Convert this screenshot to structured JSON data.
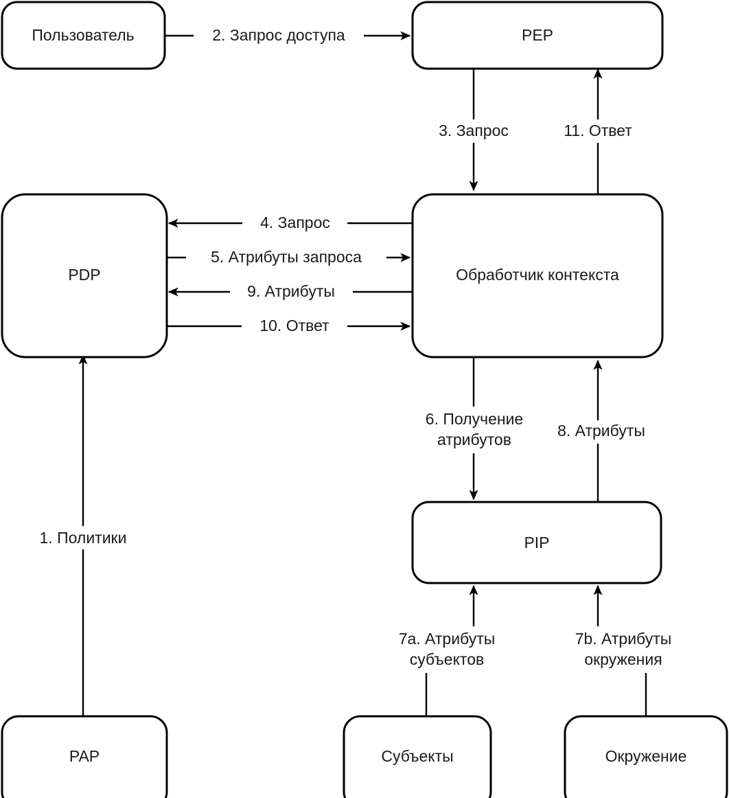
{
  "diagram": {
    "title": "XACML architecture data flow diagram",
    "colors": {
      "stroke": "#000000",
      "fill": "#ffffff",
      "text": "#1a1a1a"
    },
    "nodes": [
      {
        "id": "user",
        "label": "Пользователь"
      },
      {
        "id": "pep",
        "label": "PEP"
      },
      {
        "id": "pdp",
        "label": "PDP"
      },
      {
        "id": "context",
        "label": "Обработчик контекста"
      },
      {
        "id": "pip",
        "label": "PIP"
      },
      {
        "id": "pap",
        "label": "PAP"
      },
      {
        "id": "subjects",
        "label": "Субъекты"
      },
      {
        "id": "env",
        "label": "Окружение"
      }
    ],
    "edges": [
      {
        "id": "e1",
        "label": "1. Политики",
        "from": "pap",
        "to": "pdp",
        "direction": "up"
      },
      {
        "id": "e2",
        "label": "2. Запрос доступа",
        "from": "user",
        "to": "pep",
        "direction": "right"
      },
      {
        "id": "e3",
        "label": "3. Запрос",
        "from": "pep",
        "to": "context",
        "direction": "down"
      },
      {
        "id": "e4",
        "label": "4. Запрос",
        "from": "context",
        "to": "pdp",
        "direction": "left"
      },
      {
        "id": "e5",
        "label": "5. Атрибуты запроса",
        "from": "pdp",
        "to": "context",
        "direction": "right"
      },
      {
        "id": "e6a",
        "label": "6. Получение",
        "from": "context",
        "to": "pip",
        "direction": "down"
      },
      {
        "id": "e6b",
        "label": "атрибутов",
        "from": "context",
        "to": "pip",
        "direction": "down"
      },
      {
        "id": "e7a1",
        "label": "7a. Атрибуты",
        "from": "subjects",
        "to": "pip",
        "direction": "up"
      },
      {
        "id": "e7a2",
        "label": "субъектов",
        "from": "subjects",
        "to": "pip",
        "direction": "up"
      },
      {
        "id": "e7b1",
        "label": "7b. Атрибуты",
        "from": "env",
        "to": "pip",
        "direction": "up"
      },
      {
        "id": "e7b2",
        "label": "окружения",
        "from": "env",
        "to": "pip",
        "direction": "up"
      },
      {
        "id": "e8",
        "label": "8. Атрибуты",
        "from": "pip",
        "to": "context",
        "direction": "up"
      },
      {
        "id": "e9",
        "label": "9. Атрибуты",
        "from": "context",
        "to": "pdp",
        "direction": "left"
      },
      {
        "id": "e10",
        "label": "10. Ответ",
        "from": "pdp",
        "to": "context",
        "direction": "right"
      },
      {
        "id": "e11",
        "label": "11. Ответ",
        "from": "context",
        "to": "pep",
        "direction": "up"
      }
    ]
  }
}
